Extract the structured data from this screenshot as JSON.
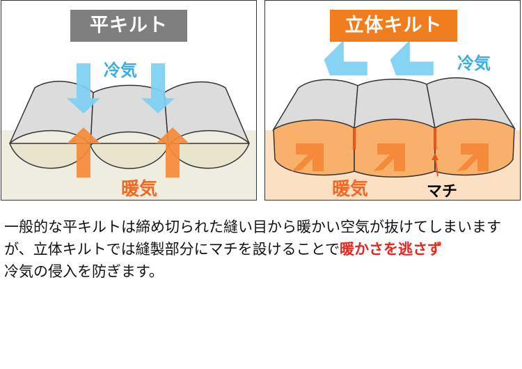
{
  "panels": {
    "flat": {
      "title": "平キルト",
      "cool_label": "冷気",
      "warm_label": "暖気",
      "colors": {
        "badge": "#7f7f7f",
        "cool_arrow": "#7ccff2",
        "warm_arrow": "#f58a3a",
        "filling": "#e9e4cc",
        "background": "#efede0"
      }
    },
    "three_d": {
      "title": "立体キルト",
      "cool_label": "冷気",
      "warm_label": "暖気",
      "gusset_label": "マチ",
      "colors": {
        "badge": "#f07d1e",
        "cool_arrow": "#7ccff2",
        "warm_arrow": "#f58a3a",
        "filling": "#f9b06b",
        "background": "#fbe0c4"
      }
    }
  },
  "caption": {
    "part1": "一般的な平キルトは締め切られた縫い目から暖かい空気が抜けてしまいますが、立体キルトでは縫製部分にマチを設けることで",
    "highlight": "暖かさを逃さず",
    "part2": "冷気の侵入を防ぎます。",
    "highlight_color": "#e8261c"
  }
}
